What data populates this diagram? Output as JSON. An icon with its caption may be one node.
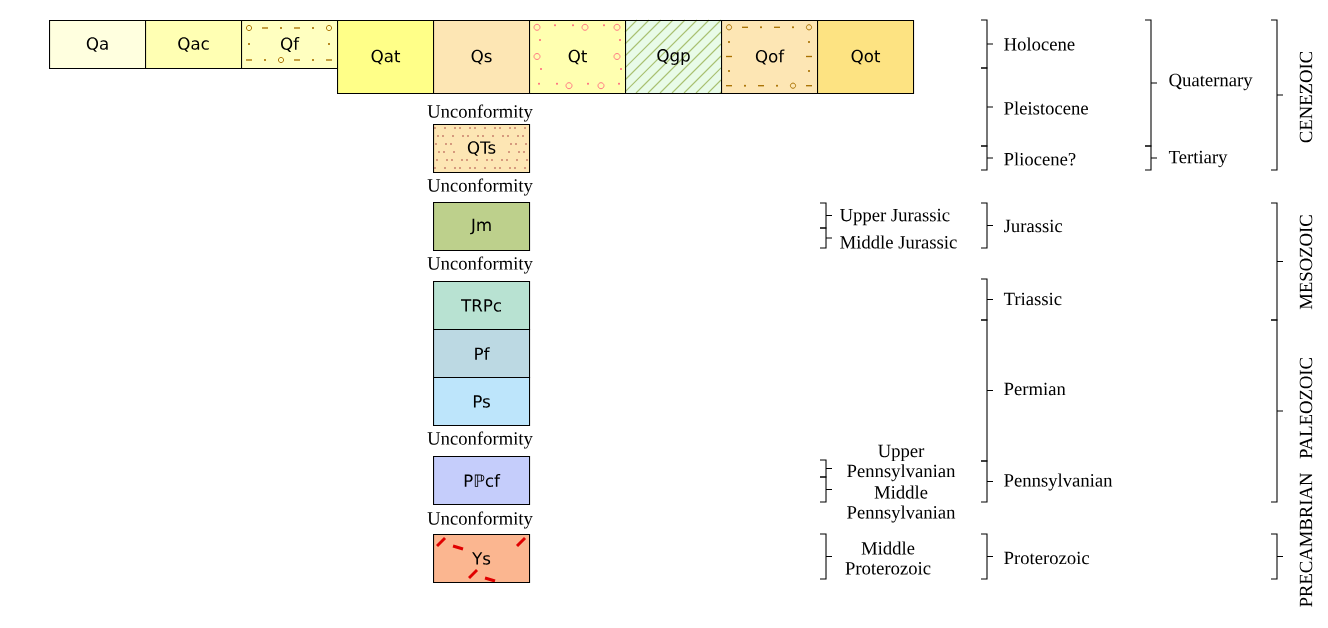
{
  "diagram": {
    "nodes": [
      {
        "text": [
          "Qa"
        ]
      },
      {
        "text": [
          "Qac"
        ]
      },
      {
        "text": [
          "Qf"
        ]
      },
      {
        "text": [
          "Qat"
        ]
      },
      {
        "text": [
          "Qs"
        ]
      },
      {
        "text": [
          "Qt"
        ]
      },
      {
        "text": [
          "Qgp"
        ]
      },
      {
        "text": [
          "Qof"
        ]
      },
      {
        "text": [
          "Qot"
        ]
      },
      {
        "text": [
          "QTs"
        ]
      },
      {
        "text": [
          "Jm"
        ]
      },
      {
        "text": [
          "TRPc"
        ]
      },
      {
        "text": [
          "Pf"
        ]
      },
      {
        "text": [
          "Ps"
        ]
      },
      {
        "text": [
          "Pℙcf"
        ]
      },
      {
        "text": [
          "Ys"
        ]
      }
    ],
    "labels": [
      "Unconformity",
      "Unconformity",
      "Unconformity",
      "Unconformity",
      "Unconformity",
      "Upper Jurassic",
      "Middle Jurassic",
      "Upper Pennsylvanian",
      "Middle Pennsylvanian",
      "Middle Proterozoic",
      "Holocene",
      "Pleistocene",
      "Pliocene?",
      "Jurassic",
      "Triassic",
      "Permian",
      "Pennsylvanian",
      "Proterozoic",
      "Quaternary",
      "Tertiary",
      "CENEZOIC",
      "MESOZOIC",
      "PALEOZOIC",
      "PRECAMBRIAN"
    ]
  }
}
